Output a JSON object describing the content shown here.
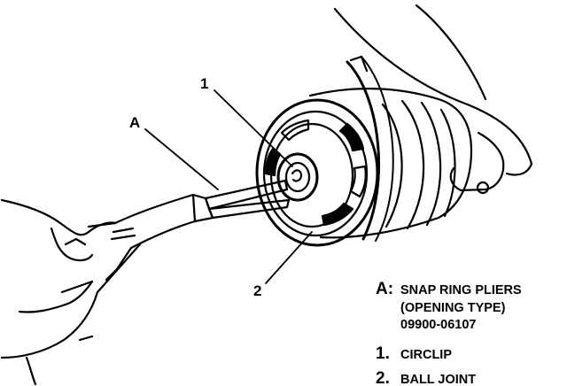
{
  "callouts": {
    "a": "A",
    "one": "1",
    "two": "2"
  },
  "legend": {
    "tool": {
      "key": "A:",
      "lines": [
        "SNAP RING PLIERS",
        "(OPENING TYPE)",
        "09900-06107"
      ]
    },
    "items": [
      {
        "key": "1.",
        "text": "CIRCLIP"
      },
      {
        "key": "2.",
        "text": "BALL JOINT"
      }
    ]
  },
  "colors": {
    "ink": "#000000",
    "paper": "#ffffff"
  }
}
